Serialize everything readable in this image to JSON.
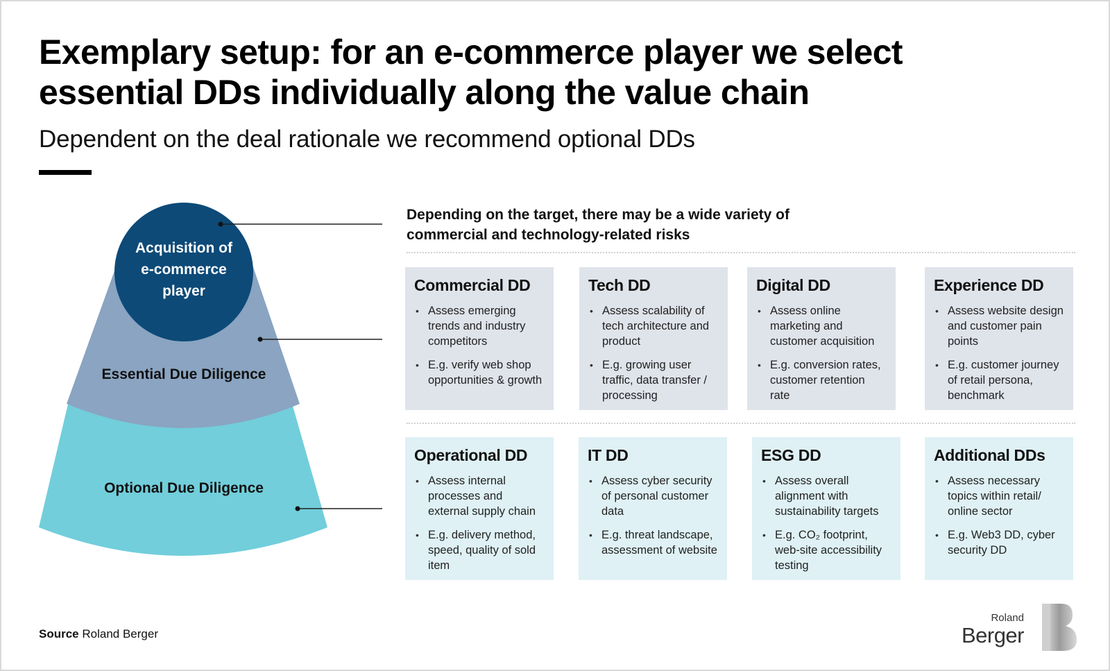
{
  "title": {
    "line1": "Exemplary setup: for an e-commerce player we select",
    "line2": "essential DDs individually along the value chain"
  },
  "subtitle": "Dependent on the deal rationale we recommend optional DDs",
  "diagram": {
    "top_label": [
      "Acquisition of",
      "e-commerce",
      "player"
    ],
    "middle_label": "Essential Due Diligence",
    "bottom_label": "Optional Due Diligence",
    "colors": {
      "top": "#0d4a78",
      "middle": "#8aa4c1",
      "bottom": "#72cedb"
    }
  },
  "intro": {
    "line1": "Depending on the target, there may be a wide variety of",
    "line2": "commercial and technology-related risks"
  },
  "essential_cards": [
    {
      "title": "Commercial DD",
      "bullets": [
        "Assess emerging trends and industry competitors",
        "E.g. verify web shop opportunities & growth"
      ]
    },
    {
      "title": "Tech DD",
      "bullets": [
        "Assess scalability of tech architecture and product",
        "E.g. growing user traffic, data transfer / processing"
      ]
    },
    {
      "title": "Digital DD",
      "bullets": [
        "Assess online marketing and customer acquisition",
        "E.g. conversion rates, customer retention rate"
      ]
    },
    {
      "title": "Experience DD",
      "bullets": [
        "Assess website design and customer pain points",
        "E.g. customer journey of retail persona, benchmark"
      ]
    }
  ],
  "optional_cards": [
    {
      "title": "Operational DD",
      "bullets": [
        "Assess internal processes and external supply chain",
        "E.g. delivery method, speed, quality of sold item"
      ]
    },
    {
      "title": "IT DD",
      "bullets": [
        "Assess cyber security of personal customer data",
        "E.g. threat landscape, assessment of website"
      ]
    },
    {
      "title": "ESG DD",
      "bullets": [
        "Assess overall alignment with sustainability targets",
        "E.g. CO₂ footprint, web-site accessibility testing"
      ]
    },
    {
      "title": "Additional DDs",
      "bullets": [
        "Assess necessary topics within retail/ online sector",
        "E.g. Web3 DD, cyber security DD"
      ]
    }
  ],
  "source": {
    "label": "Source",
    "text": "Roland Berger"
  },
  "logo": {
    "line1": "Roland",
    "line2": "Berger"
  }
}
